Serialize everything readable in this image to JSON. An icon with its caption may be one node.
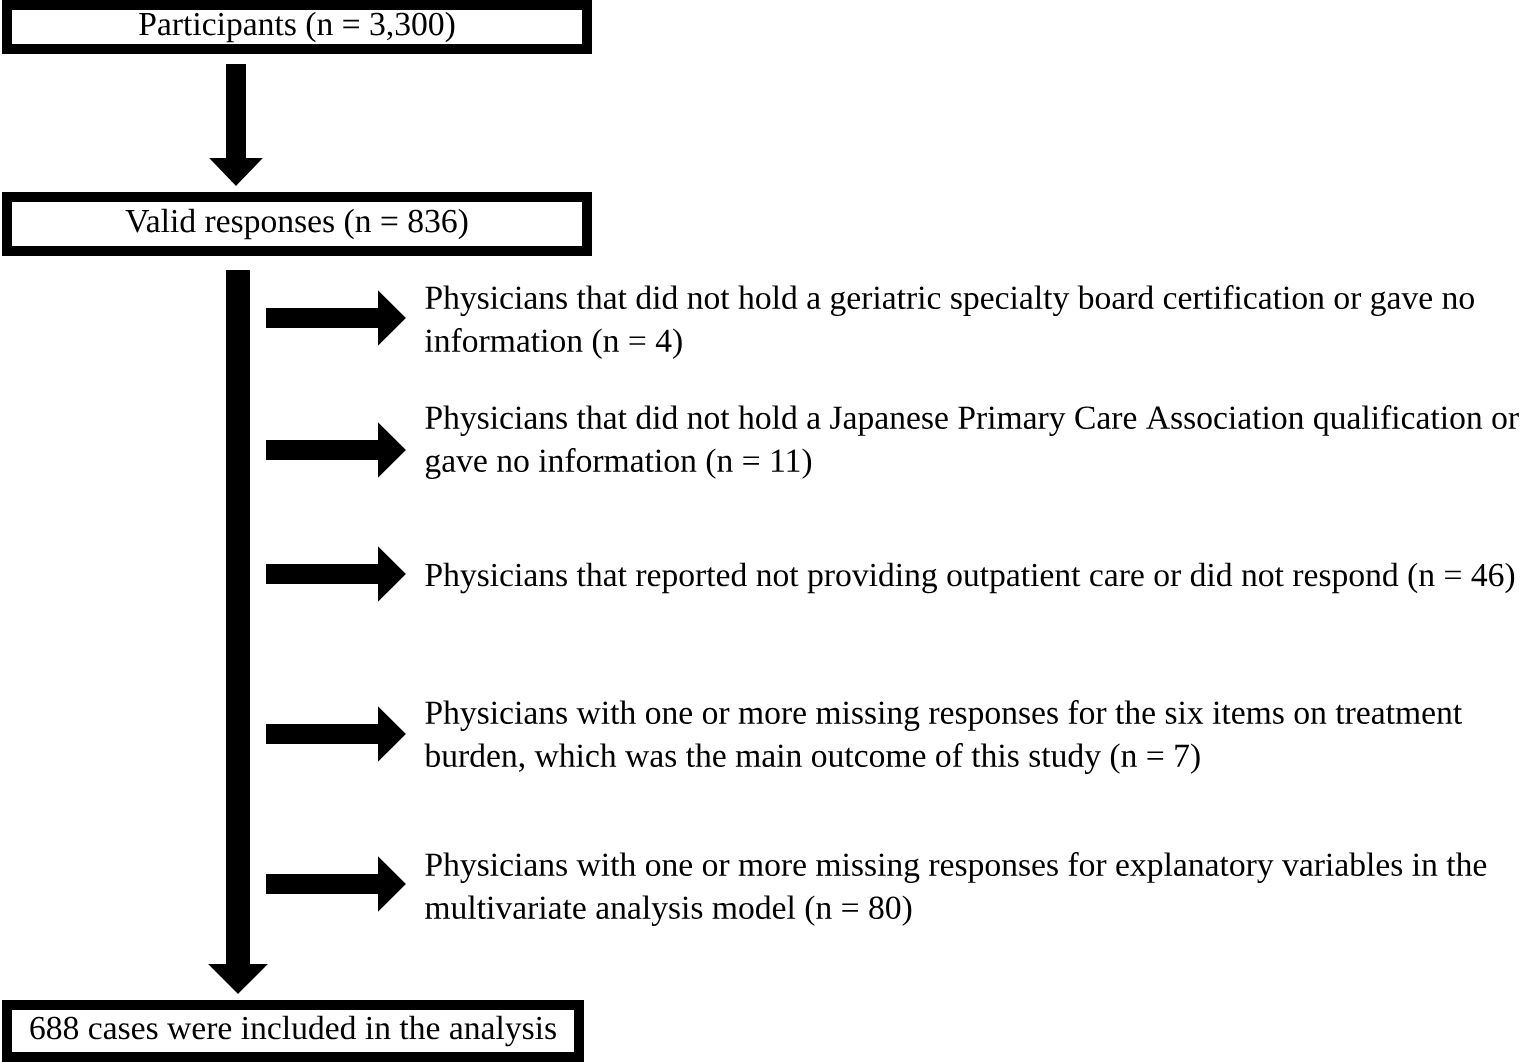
{
  "diagram": {
    "nodes": [
      {
        "text": [
          "Participants (n = 3,300)"
        ]
      },
      {
        "text": [
          "Valid responses (n = 836)"
        ]
      },
      {
        "text": [
          "Physicians that did not hold a geriatric specialty board certification or gave no information (n = 4)"
        ]
      },
      {
        "text": [
          "Physicians that did not hold a Japanese Primary Care Association qualification or gave no information (n = 11)"
        ]
      },
      {
        "text": [
          "Physicians that reported not providing outpatient care or did not respond (n = 46)"
        ]
      },
      {
        "text": [
          "Physicians with one or more missing responses for the six items on treatment burden, which was the main outcome of this study (n = 7)"
        ]
      },
      {
        "text": [
          "Physicians with one or more missing responses for explanatory variables in the multivariate analysis model (n = 80)"
        ]
      },
      {
        "text": [
          "688 cases were included in the analysis"
        ]
      }
    ],
    "edges": [
      {
        "from": 0,
        "to": 1,
        "arrow": "to"
      },
      {
        "from": 1,
        "to": 7,
        "arrow": "to"
      },
      {
        "from": null,
        "to": 2,
        "arrow": "to"
      },
      {
        "from": null,
        "to": 3,
        "arrow": "to"
      },
      {
        "from": null,
        "to": 4,
        "arrow": "to"
      },
      {
        "from": null,
        "to": 5,
        "arrow": "to"
      },
      {
        "from": null,
        "to": 6,
        "arrow": "to"
      }
    ]
  }
}
